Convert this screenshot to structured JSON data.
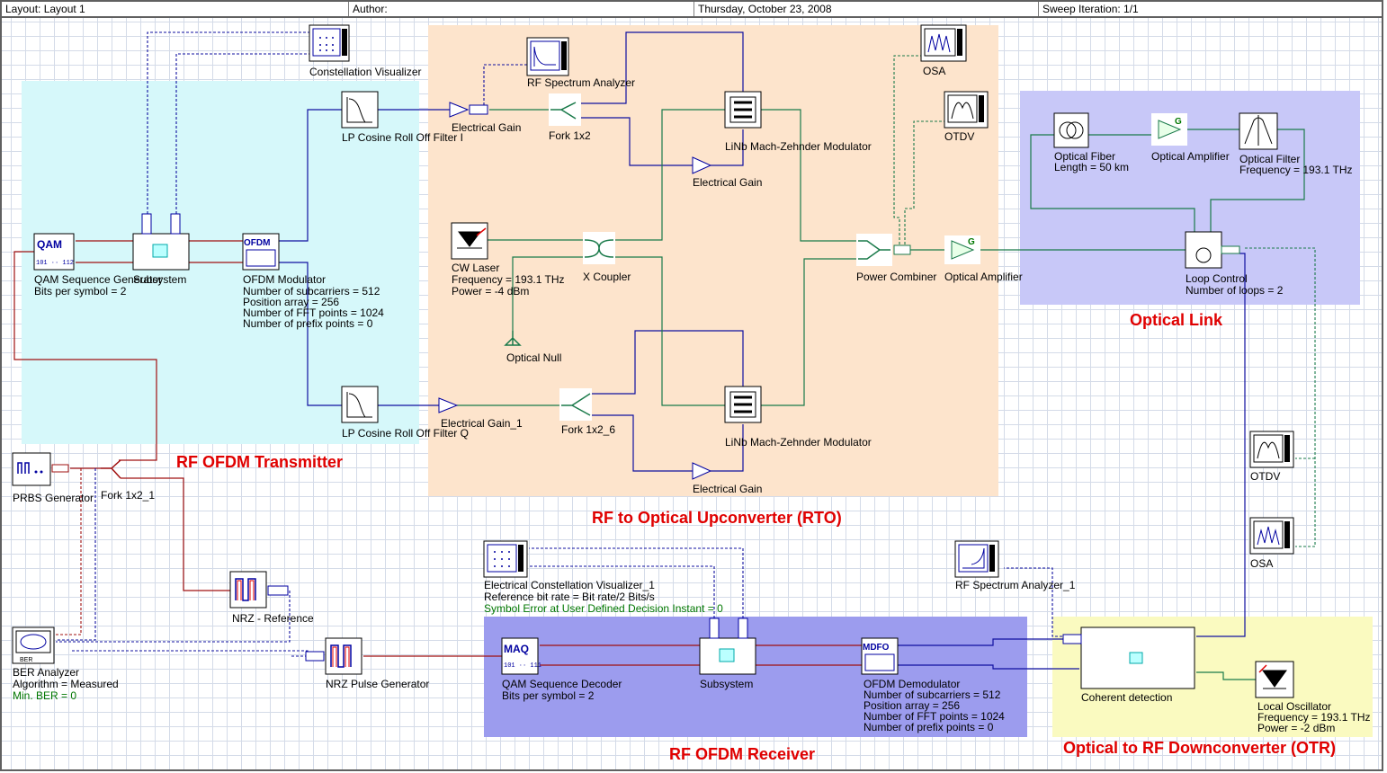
{
  "header": {
    "layout": "Layout: Layout 1",
    "author": "Author:",
    "date": "Thursday, October 23, 2008",
    "sweep": "Sweep Iteration: 1/1"
  },
  "regions": {
    "transmitter": "RF OFDM Transmitter",
    "rto": "RF to Optical Upconverter (RTO)",
    "optical_link": "Optical Link",
    "receiver": "RF OFDM Receiver",
    "otr": "Optical to RF Downconverter (OTR)"
  },
  "colors": {
    "transmitter_bg": "#d6f8fa",
    "rto_bg": "#fde4cc",
    "optical_link_bg": "#c8c8f8",
    "receiver_bg": "#9c9cee",
    "otr_bg": "#fafac0",
    "region_title": "#e00000"
  },
  "components": {
    "constellation_visualizer": "Constellation Visualizer",
    "rf_spectrum_analyzer": "RF Spectrum Analyzer",
    "osa_top": "OSA",
    "otdv_top": "OTDV",
    "qam_gen": {
      "name": "QAM Sequence Generator",
      "p1": "Bits per symbol = 2",
      "icon_text": "QAM"
    },
    "subsystem_tx": "Subsystem",
    "ofdm_mod": {
      "name": "OFDM Modulator",
      "p1": "Number of subcarriers = 512",
      "p2": "Position array =  256",
      "p3": "Number of FFT points = 1024",
      "p4": "Number of prefix points = 0",
      "icon_text": "OFDM"
    },
    "lp_filter_i": "LP Cosine Roll Off Filter I",
    "lp_filter_q": "LP Cosine Roll Off Filter Q",
    "elec_gain_top": "Electrical Gain",
    "elec_gain_1": "Electrical Gain_1",
    "fork_1x2": "Fork 1x2",
    "fork_1x2_6": "Fork 1x2_6",
    "fork_1x2_1": "Fork 1x2_1",
    "mzm_top": "LiNb Mach-Zehnder Modulator",
    "mzm_bottom": "LiNb Mach-Zehnder Modulator",
    "elec_gain_mid": "Electrical Gain",
    "elec_gain_bottom": "Electrical Gain",
    "cw_laser": {
      "name": "CW Laser",
      "p1": "Frequency = 193.1  THz",
      "p2": "Power = -4  dBm"
    },
    "x_coupler": "X Coupler",
    "optical_null": "Optical Null",
    "power_combiner": "Power Combiner",
    "optical_amp_rto": "Optical Amplifier",
    "optical_fiber": {
      "name": "Optical Fiber",
      "p1": "Length = 50  km"
    },
    "optical_amp_link": "Optical Amplifier",
    "optical_filter": {
      "name": "Optical Filter",
      "p1": "Frequency = 193.1  THz"
    },
    "loop_control": {
      "name": "Loop Control",
      "p1": "Number of loops = 2"
    },
    "otdv_right": "OTDV",
    "osa_right": "OSA",
    "prbs_gen": "PRBS Generator",
    "nrz_ref": "NRZ - Reference",
    "ber_analyzer": {
      "name": "BER Analyzer",
      "p1": "Algorithm = Measured",
      "p2": "Min. BER = 0"
    },
    "nrz_pulse": "NRZ Pulse Generator",
    "elec_const_vis": {
      "name": "Electrical Constellation Visualizer_1",
      "p1": "Reference bit rate = Bit rate/2  Bits/s",
      "p2": "Symbol Error at User Defined Decision Instant = 0"
    },
    "rf_spectrum_analyzer_1": "RF Spectrum Analyzer_1",
    "qam_dec": {
      "name": "QAM Sequence Decoder",
      "p1": "Bits per symbol = 2",
      "icon_text": "MAQ"
    },
    "subsystem_rx": "Subsystem",
    "ofdm_demod": {
      "name": "OFDM Demodulator",
      "p1": "Number of subcarriers = 512",
      "p2": "Position array =  256",
      "p3": "Number of FFT points = 1024",
      "p4": "Number of prefix points = 0",
      "icon_text": "MDFO"
    },
    "coherent_detection": "Coherent detection",
    "local_osc": {
      "name": "Local Oscillator",
      "p1": "Frequency = 193.1  THz",
      "p2": "Power = -2  dBm"
    }
  }
}
